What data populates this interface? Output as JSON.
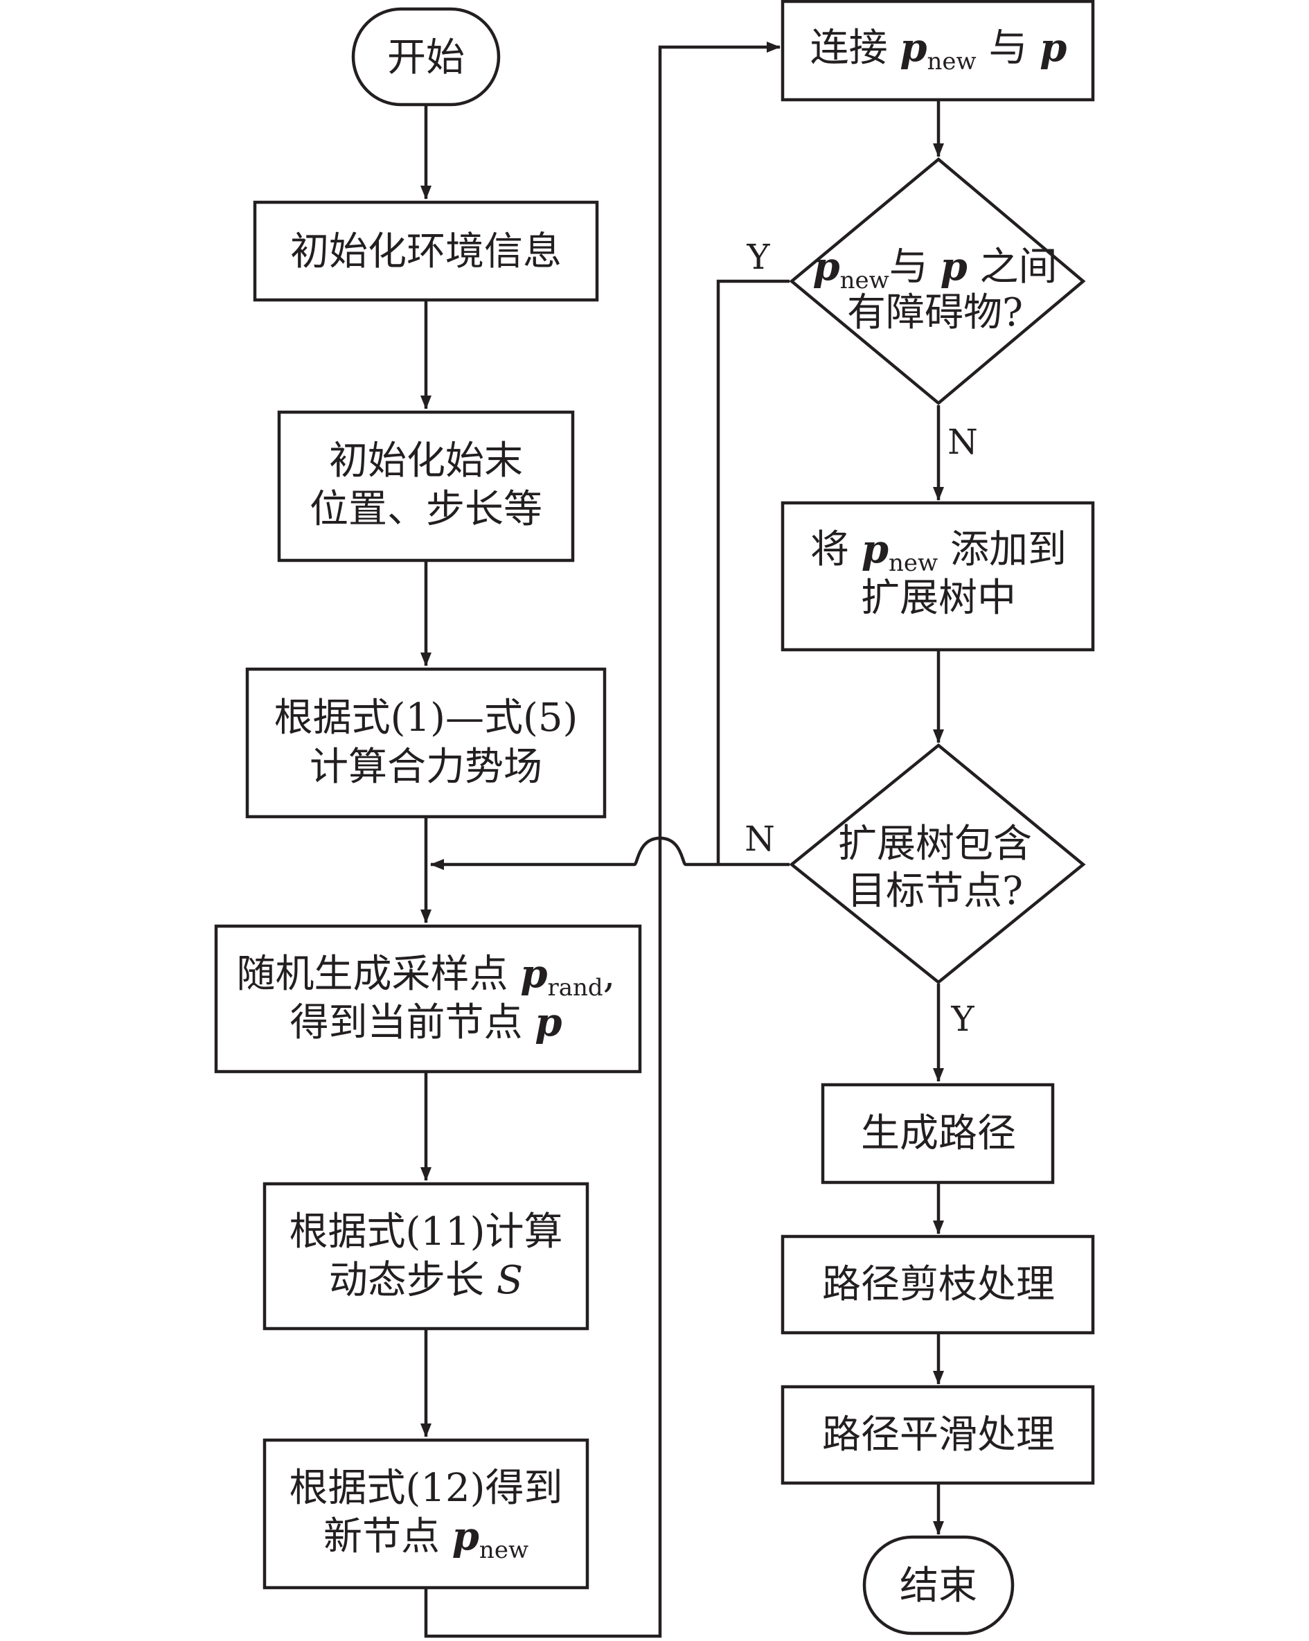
{
  "nodes": {
    "start": {
      "text": "开始"
    },
    "init_env": {
      "text": "初始化环境信息"
    },
    "init_pos": {
      "line1": "初始化始末",
      "line2": "位置、步长等"
    },
    "calc_field": {
      "line1": "根据式(1)—式(5)",
      "line2": "计算合力势场"
    },
    "sample": {
      "line1_prefix": "随机生成采样点 ",
      "line1_var": "p",
      "line1_sub": "rand",
      "line1_suffix": ",",
      "line2_prefix": "得到当前节点 ",
      "line2_var": "p"
    },
    "dyn_step": {
      "line1": "根据式(11)计算",
      "line2_prefix": "动态步长 ",
      "line2_var": "S"
    },
    "new_node": {
      "line1": "根据式(12)得到",
      "line2_prefix": "新节点 ",
      "line2_var": "p",
      "line2_sub": "new"
    },
    "connect": {
      "prefix": "连接 ",
      "var1": "p",
      "sub1": "new",
      "middle": " 与 ",
      "var2": "p"
    },
    "obstacle_q": {
      "var1": "p",
      "sub1": "new",
      "middle": "与 ",
      "var2": "p",
      "suffix": " 之间",
      "line2": "有障碍物?"
    },
    "add_tree": {
      "prefix": "将 ",
      "var": "p",
      "sub": "new",
      "suffix": " 添加到",
      "line2": "扩展树中"
    },
    "goal_q": {
      "line1": "扩展树包含",
      "line2": "目标节点?"
    },
    "gen_path": {
      "text": "生成路径"
    },
    "prune": {
      "text": "路径剪枝处理"
    },
    "smooth": {
      "text": "路径平滑处理"
    },
    "end": {
      "text": "结束"
    }
  },
  "edge_labels": {
    "obstacle_yes": "Y",
    "obstacle_no": "N",
    "goal_no": "N",
    "goal_yes": "Y"
  }
}
